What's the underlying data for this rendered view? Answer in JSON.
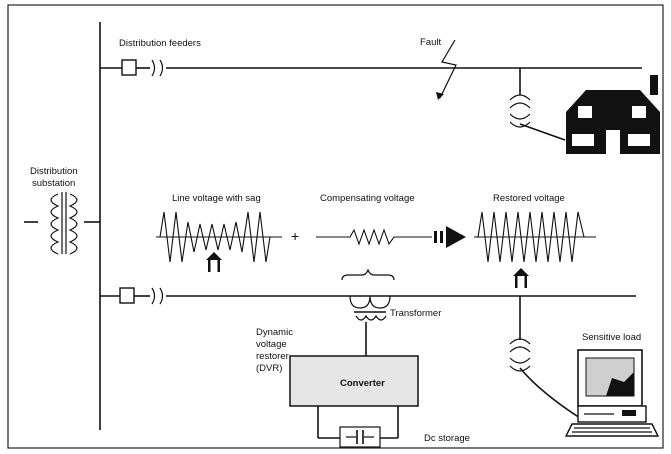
{
  "labels": {
    "distribution_feeders": "Distribution feeders",
    "fault": "Fault",
    "substation_line1": "Distribution",
    "substation_line2": "substation",
    "line_voltage_with_sag": "Line voltage with sag",
    "compensating_voltage": "Compensating voltage",
    "restored_voltage": "Restored voltage",
    "plus": "+",
    "transformer": "Transformer",
    "dvr_line1": "Dynamic",
    "dvr_line2": "voltage",
    "dvr_line3": "restorer",
    "dvr_line4": "(DVR)",
    "converter": "Converter",
    "dc_storage": "Dc storage",
    "sensitive_load": "Sensitive load"
  },
  "colors": {
    "ink": "#111111",
    "background": "#ffffff",
    "converter_fill": "#e6e6e6",
    "screen_fill": "#cfcfcf"
  },
  "icons": [
    "house-icon",
    "computer-icon",
    "lightning-bolt-icon",
    "transformer-icon",
    "capacitor-icon",
    "arrow-up-icon",
    "arrow-right-icon"
  ]
}
